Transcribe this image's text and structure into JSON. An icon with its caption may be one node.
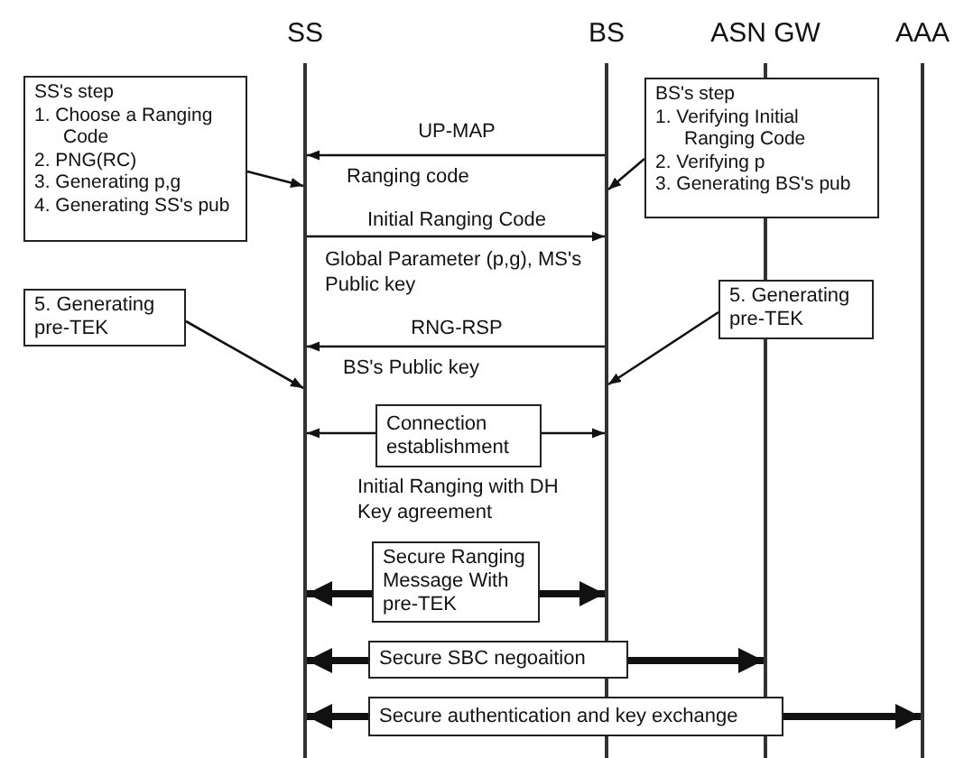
{
  "diagram": {
    "nodes": [
      {
        "text": [],
        "shape": "bar",
        "beside": [
          "SS"
        ]
      },
      {
        "text": [],
        "shape": "bar",
        "beside": [
          "BS"
        ]
      },
      {
        "text": [],
        "shape": "bar",
        "beside": [
          "ASN GW"
        ]
      },
      {
        "text": [],
        "shape": "bar",
        "beside": [
          "AAA"
        ]
      },
      {
        "text": [
          "SS's step",
          "1. Choose a Ranging Code",
          "2. PNG(RC)",
          "3. Generating p,g",
          "4. Generating SS's pub"
        ]
      },
      {
        "text": [
          "BS's step",
          "1. Verifying Initial Ranging Code",
          "2. Verifying p",
          "3. Generating BS's pub"
        ]
      },
      {
        "text": [
          "5. Generating pre-TEK"
        ]
      },
      {
        "text": [
          "5. Generating pre-TEK"
        ]
      },
      {
        "text": [
          "Connection establishment"
        ]
      },
      {
        "text": [
          "Secure Ranging Message With pre-TEK"
        ]
      },
      {
        "text": [
          "Secure SBC negoaition"
        ]
      },
      {
        "text": [
          "Secure authentication and key exchange"
        ]
      }
    ],
    "edges": [
      {
        "from": 4,
        "to": 0,
        "arrow": "to"
      },
      {
        "from": 5,
        "to": 1,
        "arrow": "to"
      },
      {
        "from": 1,
        "to": 0,
        "arrow": "to",
        "label": "UP-MAP"
      },
      {
        "from": 0,
        "to": 1,
        "arrow": "to",
        "label": "Initial Ranging Code"
      },
      {
        "from": 6,
        "to": 0,
        "arrow": "to"
      },
      {
        "from": 7,
        "to": 1,
        "arrow": "to"
      },
      {
        "from": 1,
        "to": 0,
        "arrow": "to",
        "label": "RNG-RSP"
      },
      {
        "from": 8,
        "to": 0,
        "arrow": "to"
      },
      {
        "from": 8,
        "to": 1,
        "arrow": "to"
      },
      {
        "from": 9,
        "to": 0,
        "arrow": "to",
        "style": "thick"
      },
      {
        "from": 9,
        "to": 1,
        "arrow": "to",
        "style": "thick"
      },
      {
        "from": 10,
        "to": 0,
        "arrow": "to",
        "style": "thick"
      },
      {
        "from": 10,
        "to": 2,
        "arrow": "to",
        "style": "thick"
      },
      {
        "from": 11,
        "to": 0,
        "arrow": "to",
        "style": "thick"
      },
      {
        "from": 11,
        "to": 3,
        "arrow": "to",
        "style": "thick"
      }
    ],
    "labels": [
      "Ranging code",
      "Global Parameter (p,g), MS's Public key",
      "BS's Public key",
      "Initial Ranging with DH Key agreement"
    ]
  }
}
